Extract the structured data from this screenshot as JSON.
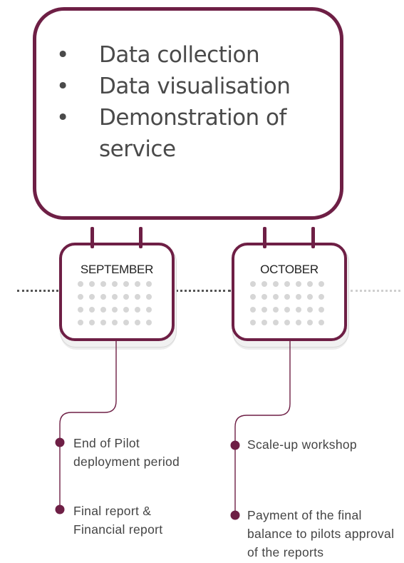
{
  "phase_box": {
    "bullets": [
      "Data collection",
      "Data visualisation",
      "Demonstration of service"
    ],
    "bullet_symbol": "•"
  },
  "timeline": {
    "months": [
      {
        "name": "SEPTEMBER",
        "events": [
          "End of Pilot deployment period",
          "Final report & Financial report"
        ]
      },
      {
        "name": "OCTOBER",
        "events": [
          "Scale-up workshop",
          "Payment of the final balance to pilots approval of the reports"
        ]
      }
    ]
  },
  "colors": {
    "accent": "#6e1f45",
    "text": "#4a4a4a",
    "dots": "#d6d6d6"
  }
}
